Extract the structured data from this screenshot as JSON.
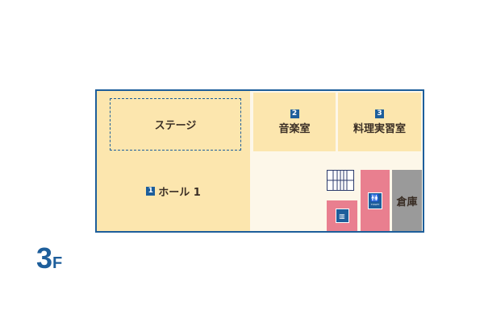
{
  "floor_label": "3F",
  "rooms": {
    "hall": {
      "number": "1",
      "label": "ホール 1"
    },
    "stage": {
      "label": "ステージ"
    },
    "music": {
      "number": "2",
      "label": "音楽室"
    },
    "cooking": {
      "number": "3",
      "label": "料理実習室"
    },
    "storage": {
      "label": "倉庫"
    }
  },
  "icons": {
    "toilet_text": "TOILET"
  },
  "colors": {
    "border": "#1d5e9b",
    "room": "#fce6ae",
    "corridor": "#fdf7e9",
    "facility": "#e97f8f",
    "storage": "#9a9a9a"
  }
}
